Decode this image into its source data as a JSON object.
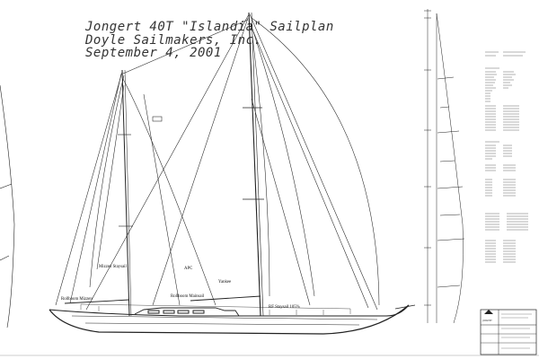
{
  "drawing": {
    "title": "Jongert 40T \"Islandia\" Sailplan",
    "company": "Doyle Sailmakers, Inc.",
    "date": "September 4, 2001"
  },
  "sail_labels": {
    "mizzen_staysail": "Mizzen Staysail",
    "apc": "APC",
    "yankee": "Yankee",
    "rollboom_mainsail": "Rollboom Mainsail",
    "rollboom_mizzen": "Rollboom Mizzen",
    "rf_staysail": "RF Staysail 105%"
  },
  "title_block": {
    "logo_text": "JONGERT"
  },
  "colors": {
    "ink": "#222222",
    "paper": "#ffffff"
  }
}
